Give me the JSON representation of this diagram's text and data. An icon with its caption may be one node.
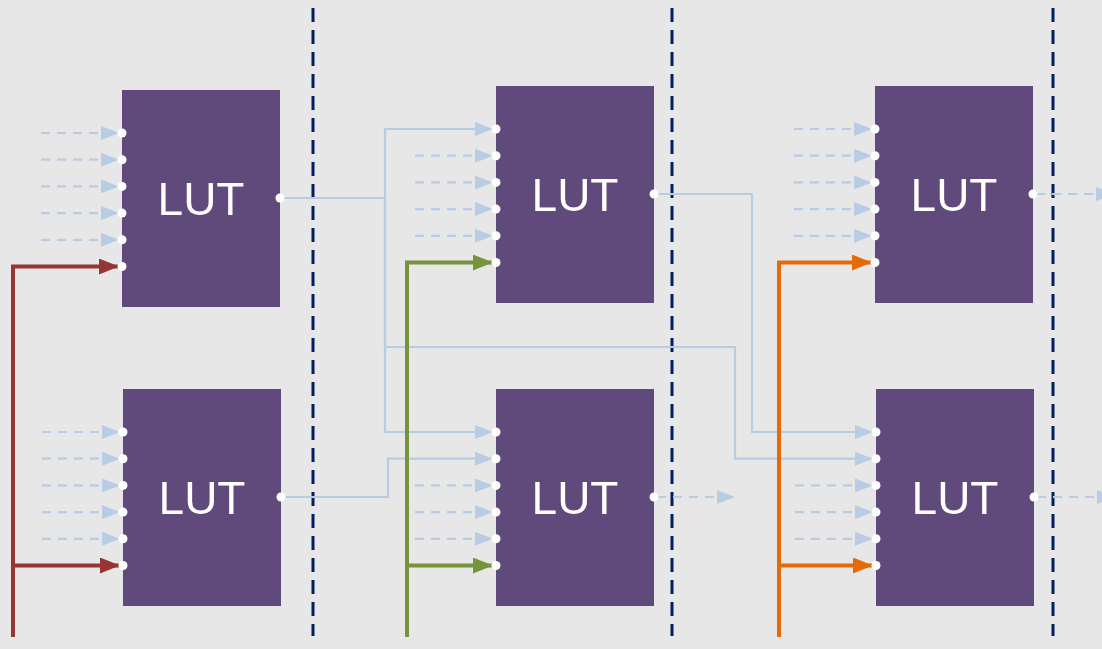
{
  "diagram": {
    "nodes": [
      {
        "text": [
          "LUT"
        ]
      },
      {
        "text": [
          "LUT"
        ]
      },
      {
        "text": [
          "LUT"
        ]
      },
      {
        "text": [
          "LUT"
        ]
      },
      {
        "text": [
          "LUT"
        ]
      },
      {
        "text": [
          "LUT"
        ]
      }
    ],
    "edges": [
      {
        "from": 0,
        "to": 2,
        "arrow": "to"
      },
      {
        "from": 0,
        "to": 3,
        "arrow": "to"
      },
      {
        "from": 0,
        "to": 5,
        "arrow": "to"
      },
      {
        "from": 1,
        "to": 3,
        "arrow": "to"
      },
      {
        "from": 2,
        "to": 5,
        "arrow": "to"
      },
      {
        "from": null,
        "to": 0,
        "arrow": "to",
        "style": "thick",
        "color": "#943634"
      },
      {
        "from": null,
        "to": 1,
        "arrow": "to",
        "style": "thick",
        "color": "#943634"
      },
      {
        "from": null,
        "to": 2,
        "arrow": "to",
        "style": "thick",
        "color": "#77933c"
      },
      {
        "from": null,
        "to": 3,
        "arrow": "to",
        "style": "thick",
        "color": "#77933c"
      },
      {
        "from": null,
        "to": 4,
        "arrow": "to",
        "style": "thick",
        "color": "#e36c09"
      },
      {
        "from": null,
        "to": 5,
        "arrow": "to",
        "style": "thick",
        "color": "#e36c09"
      },
      {
        "from": null,
        "to": 0,
        "arrow": "to",
        "style": "dashed"
      },
      {
        "from": null,
        "to": 0,
        "arrow": "to",
        "style": "dashed"
      },
      {
        "from": null,
        "to": 0,
        "arrow": "to",
        "style": "dashed"
      },
      {
        "from": null,
        "to": 0,
        "arrow": "to",
        "style": "dashed"
      },
      {
        "from": null,
        "to": 0,
        "arrow": "to",
        "style": "dashed"
      },
      {
        "from": null,
        "to": 1,
        "arrow": "to",
        "style": "dashed"
      },
      {
        "from": null,
        "to": 1,
        "arrow": "to",
        "style": "dashed"
      },
      {
        "from": null,
        "to": 1,
        "arrow": "to",
        "style": "dashed"
      },
      {
        "from": null,
        "to": 1,
        "arrow": "to",
        "style": "dashed"
      },
      {
        "from": null,
        "to": 1,
        "arrow": "to",
        "style": "dashed"
      },
      {
        "from": null,
        "to": 2,
        "arrow": "to",
        "style": "dashed"
      },
      {
        "from": null,
        "to": 2,
        "arrow": "to",
        "style": "dashed"
      },
      {
        "from": null,
        "to": 2,
        "arrow": "to",
        "style": "dashed"
      },
      {
        "from": null,
        "to": 2,
        "arrow": "to",
        "style": "dashed"
      },
      {
        "from": null,
        "to": 3,
        "arrow": "to",
        "style": "dashed"
      },
      {
        "from": null,
        "to": 3,
        "arrow": "to",
        "style": "dashed"
      },
      {
        "from": null,
        "to": 3,
        "arrow": "to",
        "style": "dashed"
      },
      {
        "from": null,
        "to": 4,
        "arrow": "to",
        "style": "dashed"
      },
      {
        "from": null,
        "to": 4,
        "arrow": "to",
        "style": "dashed"
      },
      {
        "from": null,
        "to": 4,
        "arrow": "to",
        "style": "dashed"
      },
      {
        "from": null,
        "to": 4,
        "arrow": "to",
        "style": "dashed"
      },
      {
        "from": null,
        "to": 4,
        "arrow": "to",
        "style": "dashed"
      },
      {
        "from": null,
        "to": 5,
        "arrow": "to",
        "style": "dashed"
      },
      {
        "from": null,
        "to": 5,
        "arrow": "to",
        "style": "dashed"
      },
      {
        "from": null,
        "to": 5,
        "arrow": "to",
        "style": "dashed"
      },
      {
        "from": 3,
        "to": null,
        "arrow": "to",
        "style": "dashed"
      },
      {
        "from": 4,
        "to": null,
        "arrow": "to",
        "style": "dashed"
      },
      {
        "from": 5,
        "to": null,
        "arrow": "to",
        "style": "dashed"
      }
    ]
  }
}
